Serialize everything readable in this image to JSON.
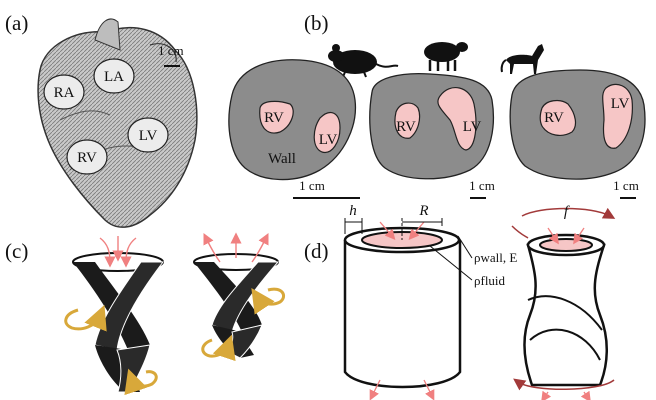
{
  "panels": {
    "a": {
      "label": "(a)",
      "scale": "1 cm",
      "chambers": [
        "RA",
        "LA",
        "RV",
        "LV"
      ]
    },
    "b": {
      "label": "(b)",
      "animals": [
        "mouse-icon",
        "sheep-icon",
        "horse-icon"
      ],
      "sections": [
        {
          "rv": "RV",
          "lv": "LV",
          "wall": "Wall",
          "scale": "1 cm"
        },
        {
          "rv": "RV",
          "lv": "LV",
          "scale": "1 cm"
        },
        {
          "rv": "RV",
          "lv": "LV",
          "scale": "1 cm"
        }
      ]
    },
    "c": {
      "label": "(c)"
    },
    "d": {
      "label": "(d)",
      "h": "h",
      "R": "R",
      "rho_wall_E": "ρwall, E",
      "rho_fluid": "ρfluid",
      "f": "f"
    }
  },
  "colors": {
    "tissue": "#8c8c8c",
    "ventricle": "#f6c6c6",
    "arrow": "#f08080",
    "rotation": "#e9c56a",
    "band": "#1b1b1b",
    "freq_arrow": "#a23a3a"
  }
}
